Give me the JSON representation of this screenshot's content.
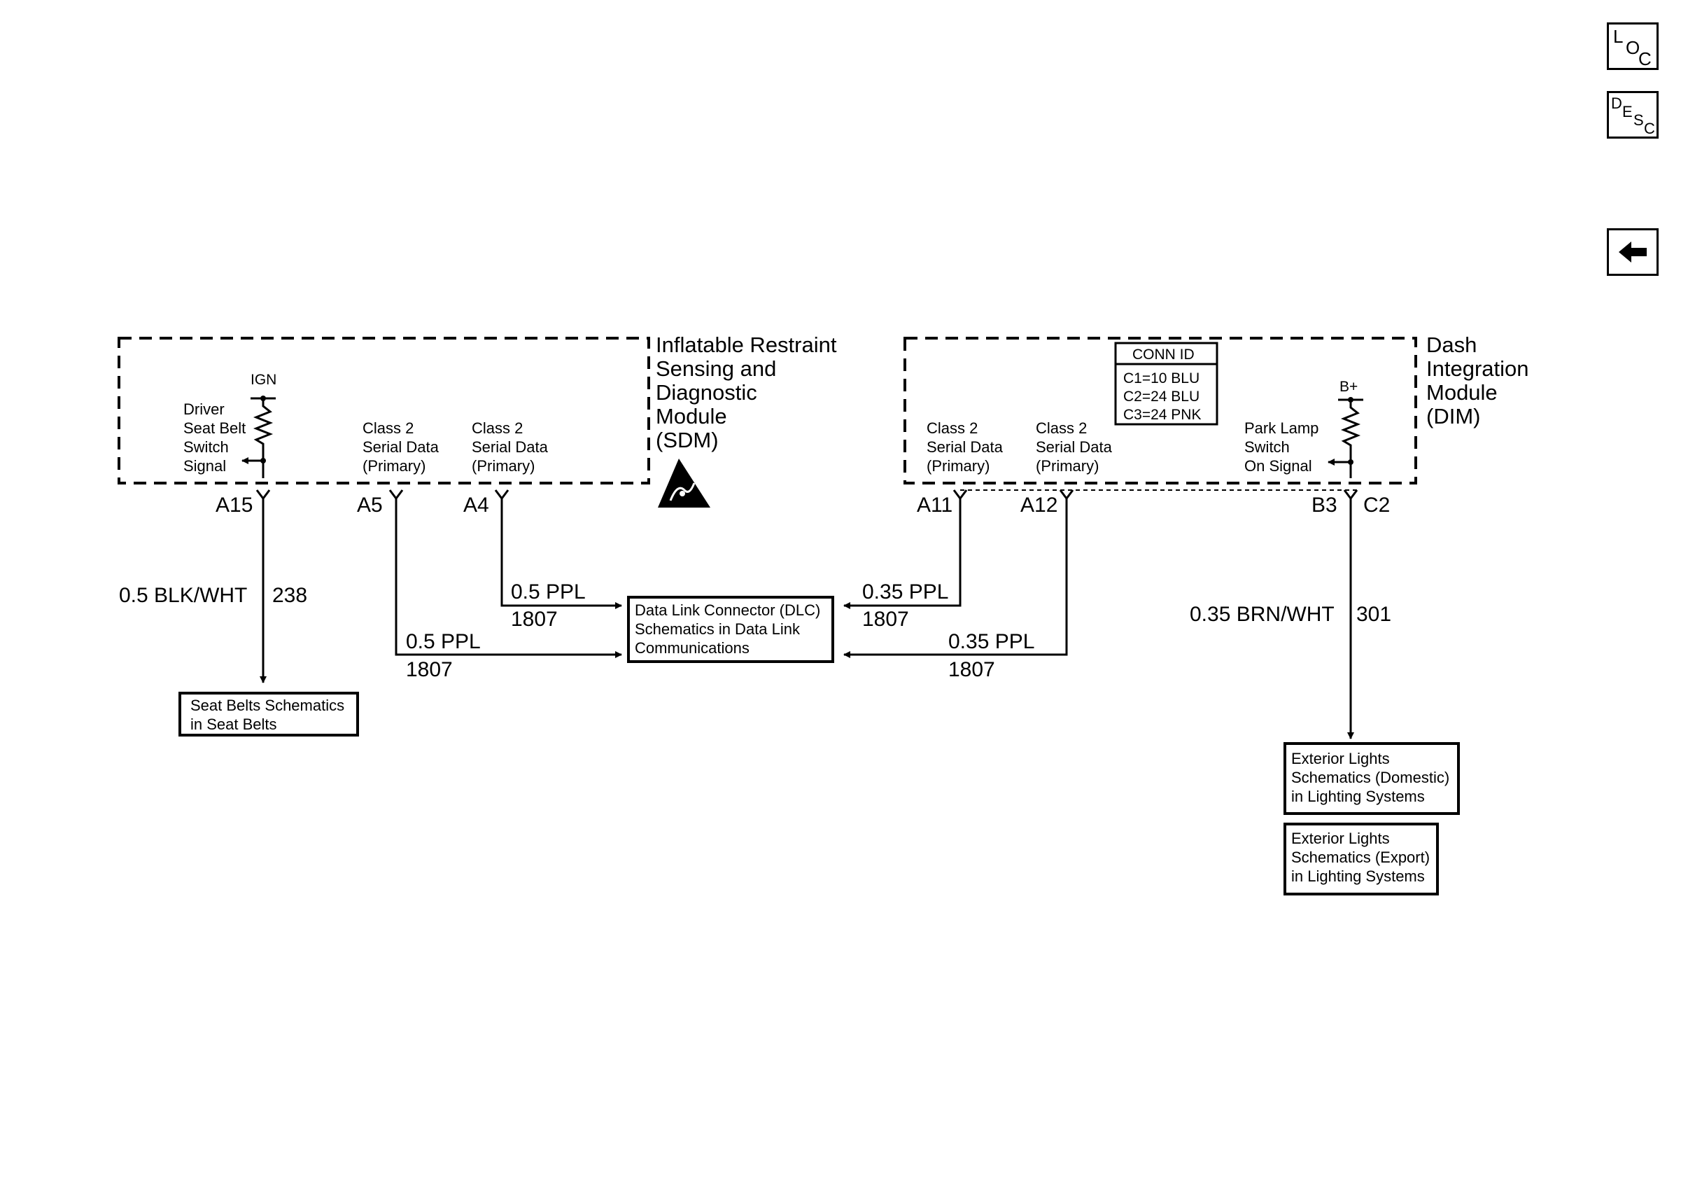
{
  "nav": {
    "loc": {
      "l1": "L",
      "l2": "O",
      "l3": "C"
    },
    "desc": {
      "l1": "D",
      "l2": "E",
      "l3": "S",
      "l4": "C"
    }
  },
  "sdm": {
    "name_l1": "Inflatable Restraint",
    "name_l2": "Sensing and",
    "name_l3": "Diagnostic",
    "name_l4": "Module",
    "name_l5": "(SDM)",
    "ign": "IGN",
    "seatbelt_l1": "Driver",
    "seatbelt_l2": "Seat Belt",
    "seatbelt_l3": "Switch",
    "seatbelt_l4": "Signal",
    "class2_a_l1": "Class 2",
    "class2_a_l2": "Serial Data",
    "class2_a_l3": "(Primary)",
    "class2_b_l1": "Class 2",
    "class2_b_l2": "Serial Data",
    "class2_b_l3": "(Primary)",
    "pin_a15": "A15",
    "pin_a5": "A5",
    "pin_a4": "A4"
  },
  "dim": {
    "name_l1": "Dash",
    "name_l2": "Integration",
    "name_l3": "Module",
    "name_l4": "(DIM)",
    "conn_id_title": "CONN ID",
    "conn_c1": "C1=10 BLU",
    "conn_c2": "C2=24 BLU",
    "conn_c3": "C3=24 PNK",
    "bplus": "B+",
    "class2_a_l1": "Class 2",
    "class2_a_l2": "Serial Data",
    "class2_a_l3": "(Primary)",
    "class2_b_l1": "Class 2",
    "class2_b_l2": "Serial Data",
    "class2_b_l3": "(Primary)",
    "parklamp_l1": "Park Lamp",
    "parklamp_l2": "Switch",
    "parklamp_l3": "On Signal",
    "pin_a11": "A11",
    "pin_a12": "A12",
    "pin_b3": "B3",
    "pin_c2": "C2"
  },
  "wires": {
    "seatbelt_wire": "0.5 BLK/WHT",
    "seatbelt_circuit": "238",
    "a4_wire": "0.5 PPL",
    "a4_circuit": "1807",
    "a5_wire": "0.5 PPL",
    "a5_circuit": "1807",
    "a11_wire": "0.35 PPL",
    "a11_circuit": "1807",
    "a12_wire": "0.35 PPL",
    "a12_circuit": "1807",
    "parklamp_wire": "0.35 BRN/WHT",
    "parklamp_circuit": "301"
  },
  "refs": {
    "dlc_l1": "Data Link Connector (DLC)",
    "dlc_l2": "Schematics in Data Link",
    "dlc_l3": "Communications",
    "seatbelts_l1": "Seat Belts Schematics",
    "seatbelts_l2": "in Seat Belts",
    "extdom_l1": "Exterior Lights",
    "extdom_l2": "Schematics (Domestic)",
    "extdom_l3": "in Lighting Systems",
    "extexp_l1": "Exterior Lights",
    "extexp_l2": "Schematics (Export)",
    "extexp_l3": "in Lighting Systems"
  }
}
